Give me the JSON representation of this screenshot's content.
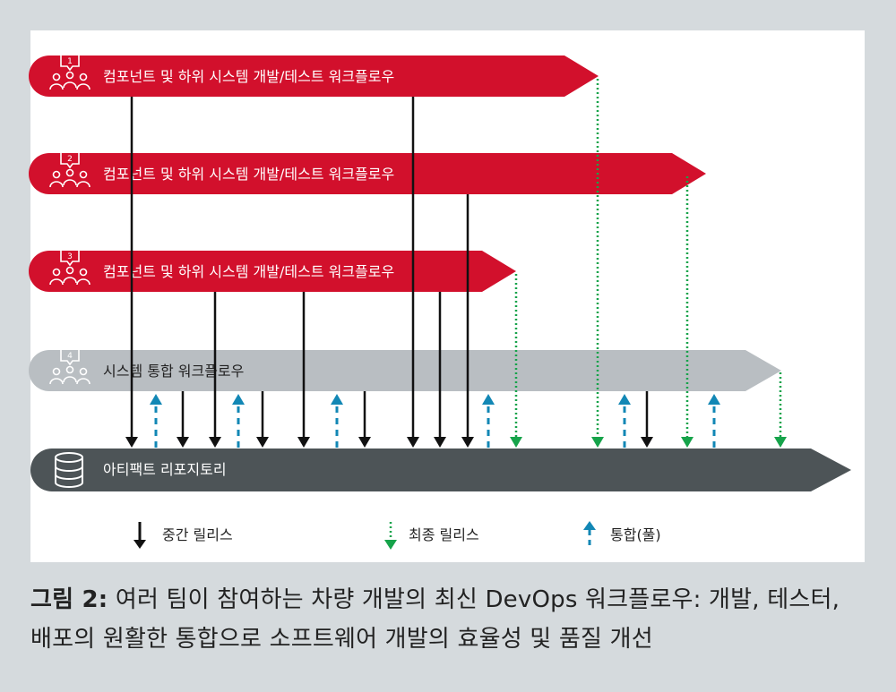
{
  "workflows": [
    {
      "number": "1",
      "label": "컴포넌트 및 하위 시스템 개발/테스트 워크플로우"
    },
    {
      "number": "2",
      "label": "컴포넌트 및 하위 시스템 개발/테스트 워크플로우"
    },
    {
      "number": "3",
      "label": "컴포넌트 및 하위 시스템 개발/테스트 워크플로우"
    },
    {
      "number": "4",
      "label": "시스템 통합 워크플로우"
    }
  ],
  "repository": {
    "label": "아티팩트 리포지토리"
  },
  "legend": {
    "interim": "중간 릴리스",
    "final": "최종 릴리스",
    "integration": "통합(풀)"
  },
  "caption": {
    "label": "그림 2:",
    "text": " 여러 팀이 참여하는 차량 개발의 최신 DevOps 워크플로우: 개발, 테스터, 배포의 원활한 통합으로 소프트웨어 개발의 효율성 및 품질 개선"
  },
  "colors": {
    "red": "#d2102c",
    "gray": "#b9bec2",
    "dark": "#4d5457",
    "green": "#16a34a",
    "teal": "#1287b5",
    "black": "#111111"
  }
}
